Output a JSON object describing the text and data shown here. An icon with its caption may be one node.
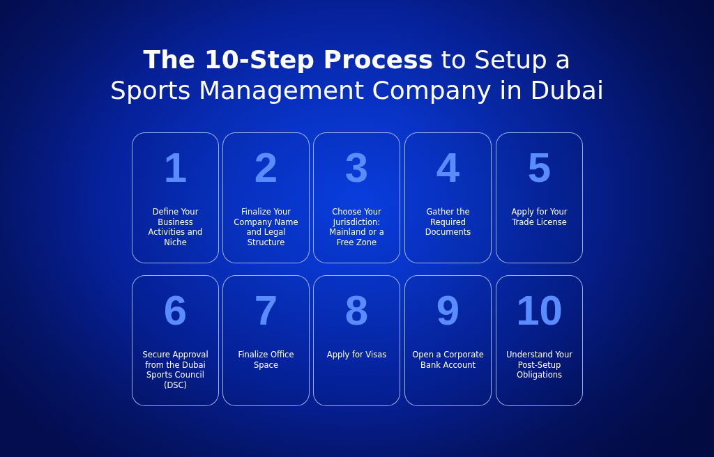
{
  "diagram": {
    "title": "**The 10-Step Process** to Setup a Sports Management Company in Dubai",
    "nodes": [
      {
        "text": [
          "1",
          "Define Your Business Activities and Niche"
        ]
      },
      {
        "text": [
          "2",
          "Finalize Your Company Name and Legal Structure"
        ]
      },
      {
        "text": [
          "3",
          "Choose Your Jurisdiction: Mainland or a Free Zone"
        ]
      },
      {
        "text": [
          "4",
          "Gather the Required Documents"
        ]
      },
      {
        "text": [
          "5",
          "Apply for Your Trade License"
        ]
      },
      {
        "text": [
          "6",
          "Secure Approval from the Dubai Sports Council (DSC)"
        ]
      },
      {
        "text": [
          "7",
          "Finalize Office Space"
        ]
      },
      {
        "text": [
          "8",
          "Apply for Visas"
        ]
      },
      {
        "text": [
          "9",
          "Open a Corporate Bank Account"
        ]
      },
      {
        "text": [
          "10",
          "Understand Your Post-Setup Obligations"
        ]
      }
    ]
  }
}
